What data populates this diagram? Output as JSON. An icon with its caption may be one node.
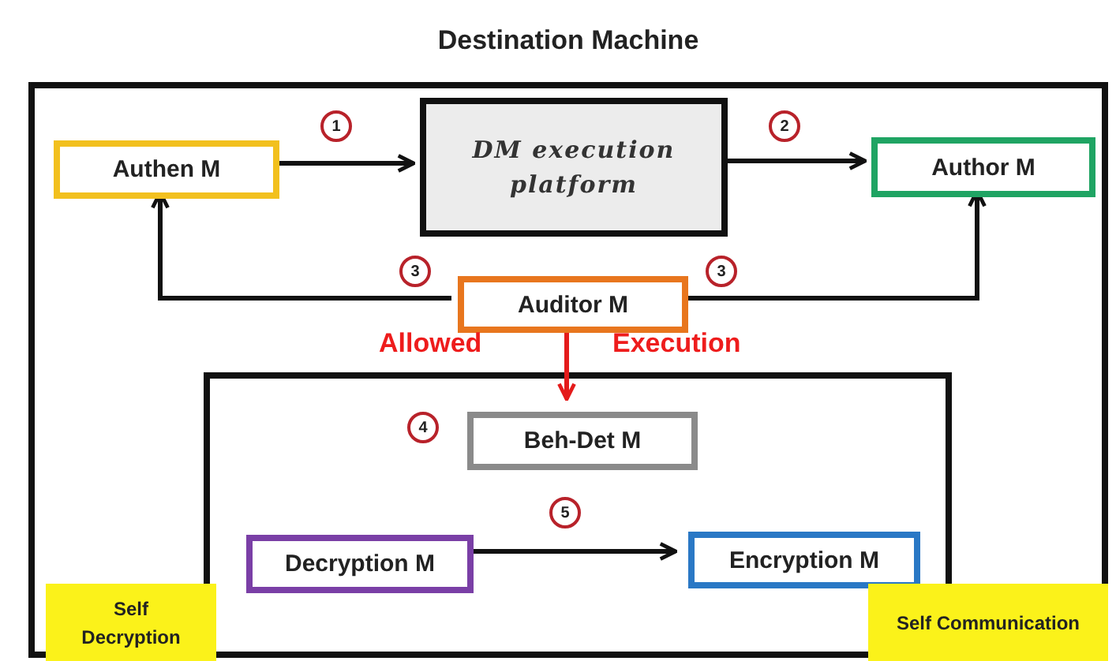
{
  "diagram": {
    "nodes": [
      {
        "text": [
          "Destination Machine"
        ]
      },
      {
        "text": [
          "Authen M"
        ],
        "in": 0
      },
      {
        "text": [
          "DM execution platform"
        ],
        "in": 0
      },
      {
        "text": [
          "Author M"
        ],
        "in": 0
      },
      {
        "text": [
          "Auditor M"
        ],
        "in": 0
      },
      {
        "text": [],
        "shape": "box",
        "in": 0
      },
      {
        "text": [
          "Beh-Det M"
        ],
        "in": 5
      },
      {
        "text": [
          "Decryption M"
        ],
        "in": 5
      },
      {
        "text": [
          "Encryption M"
        ],
        "in": 5
      },
      {
        "text": [
          "Self Decryption"
        ],
        "in": 0
      },
      {
        "text": [
          "Self Communication"
        ],
        "in": 0
      }
    ],
    "edges": [
      {
        "from": 1,
        "to": 2,
        "arrow": "to",
        "label": "1"
      },
      {
        "from": 2,
        "to": 3,
        "arrow": "to",
        "label": "2"
      },
      {
        "from": 4,
        "to": 1,
        "arrow": "to",
        "label": "3"
      },
      {
        "from": 4,
        "to": 3,
        "arrow": "to",
        "label": "3"
      },
      {
        "from": 4,
        "to": 6,
        "arrow": "to",
        "color": "#e41b1b"
      },
      {
        "from": 7,
        "to": 8,
        "arrow": "to",
        "label": "5"
      }
    ],
    "labels": [
      "Allowed",
      "Execution",
      "4"
    ]
  }
}
